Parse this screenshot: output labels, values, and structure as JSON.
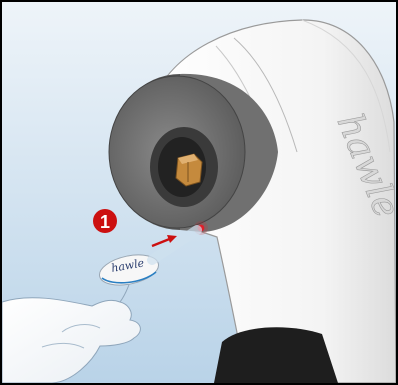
{
  "illustration": {
    "step_number": "1",
    "device_brand": "hawle",
    "badge_brand": "hawle",
    "colors": {
      "background_top": "#e8f0f7",
      "background_bottom": "#bcd6ea",
      "device_body": "#fafafa",
      "device_outline": "#9a9a9a",
      "head_gray": "#6a6a6a",
      "step_circle": "#cc1010",
      "indicator_dot": "#e0202a",
      "arrow": "#cc1010",
      "frame_border": "#000000"
    }
  }
}
